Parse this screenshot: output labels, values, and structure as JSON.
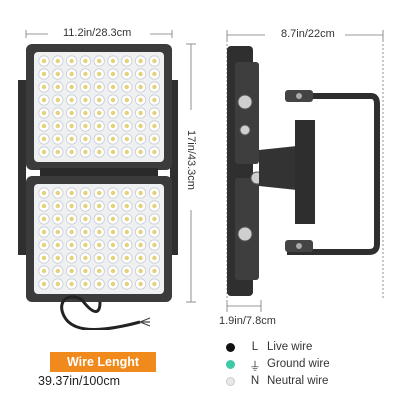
{
  "dimensions": {
    "width_label": "11.2in/28.3cm",
    "height_label": "17in/43.3cm",
    "depth_label": "8.7in/22cm",
    "bracket_label": "1.9in/7.8cm"
  },
  "wire": {
    "badge_label": "Wire Lenght",
    "length_label": "39.37in/100cm"
  },
  "legend": [
    {
      "symbol": "L",
      "label": "Live wire",
      "color": "#111111",
      "icon": "black-dot"
    },
    {
      "symbol": "⏚",
      "label": "Ground wire",
      "color": "#3ec9a7",
      "icon": "green-dot"
    },
    {
      "symbol": "N",
      "label": "Neutral wire",
      "color": "#e8e8e8",
      "icon": "white-dot"
    }
  ],
  "colors": {
    "housing": "#3b3b3b",
    "accent": "#f08a1c",
    "led_panel": "#eef0f2"
  }
}
